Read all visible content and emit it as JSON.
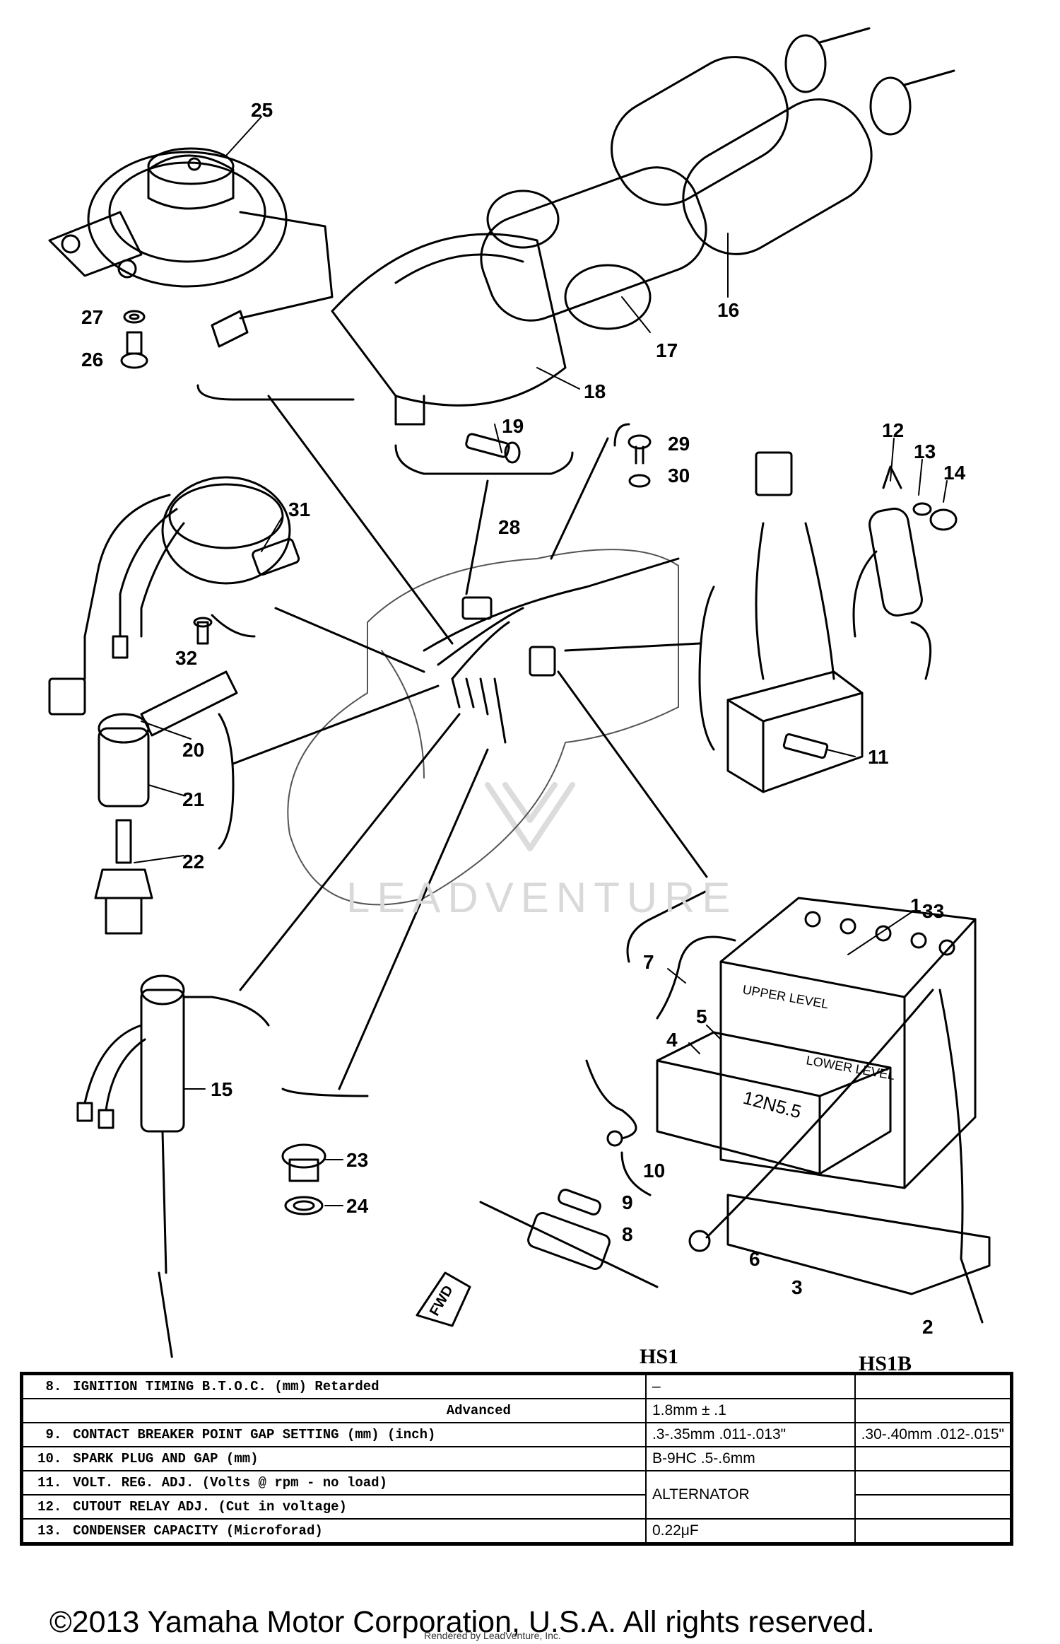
{
  "callouts": {
    "c1": "1",
    "c2": "2",
    "c3": "3",
    "c4": "4",
    "c5": "5",
    "c6": "6",
    "c7": "7",
    "c8": "8",
    "c9": "9",
    "c10": "10",
    "c11": "11",
    "c12": "12",
    "c13": "13",
    "c14": "14",
    "c15": "15",
    "c16": "16",
    "c17": "17",
    "c18": "18",
    "c19": "19",
    "c20": "20",
    "c21": "21",
    "c22": "22",
    "c23": "23",
    "c24": "24",
    "c25": "25",
    "c26": "26",
    "c27": "27",
    "c28": "28",
    "c29": "29",
    "c30": "30",
    "c31": "31",
    "c32": "32",
    "c33": "33"
  },
  "part_markings": {
    "battery_upper_level": "UPPER LEVEL",
    "battery_lower_level": "LOWER LEVEL",
    "battery_code": "12N5.5",
    "fwd_arrow": "FWD"
  },
  "watermark": "LEADVENTURE",
  "spec_table": {
    "columns": {
      "hs1": "HS1",
      "hs1b": "HS1B"
    },
    "rows": {
      "r8": {
        "num": "8.",
        "param": "IGNITION TIMING B.T.O.C. (mm) Retarded",
        "hs1": "–",
        "hs1b": ""
      },
      "r8b": {
        "param": "Advanced",
        "hs1": "1.8mm ± .1",
        "hs1b": ""
      },
      "r9": {
        "num": "9.",
        "param": "CONTACT BREAKER POINT GAP SETTING (mm) (inch)",
        "hs1": ".3-.35mm .011-.013\"",
        "hs1b": ".30-.40mm .012-.015\""
      },
      "r10": {
        "num": "10.",
        "param": "SPARK PLUG AND GAP (mm)",
        "hs1": "B-9HC  .5-.6mm",
        "hs1b": ""
      },
      "r11": {
        "num": "11.",
        "param": "VOLT. REG. ADJ. (Volts @ rpm - no load)",
        "hs1": "ALTERNATOR",
        "hs1b": ""
      },
      "r12": {
        "num": "12.",
        "param": "CUTOUT RELAY ADJ. (Cut in voltage)",
        "hs1b": ""
      },
      "r13": {
        "num": "13.",
        "param": "CONDENSER CAPACITY (Microforad)",
        "hs1": "0.22μF",
        "hs1b": ""
      }
    }
  },
  "copyright": "©2013 Yamaha Motor Corporation, U.S.A. All rights reserved.",
  "rendered_by": "Rendered by LeadVenture, Inc."
}
